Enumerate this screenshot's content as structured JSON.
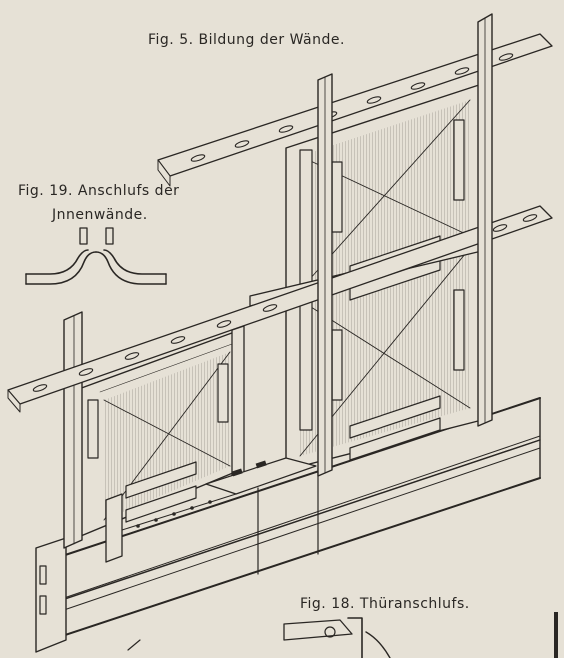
{
  "figures": {
    "fig5_title": "Fig. 5.  Bildung   der  Wände.",
    "fig19_title_line1": "Fig. 19.  Anschlufs  der",
    "fig19_title_line2": "Jnnenwände.",
    "fig18_title": "Fig. 18.  Thüranschlufs."
  },
  "colors": {
    "paper": "#e6e1d6",
    "ink": "#2a2724"
  }
}
